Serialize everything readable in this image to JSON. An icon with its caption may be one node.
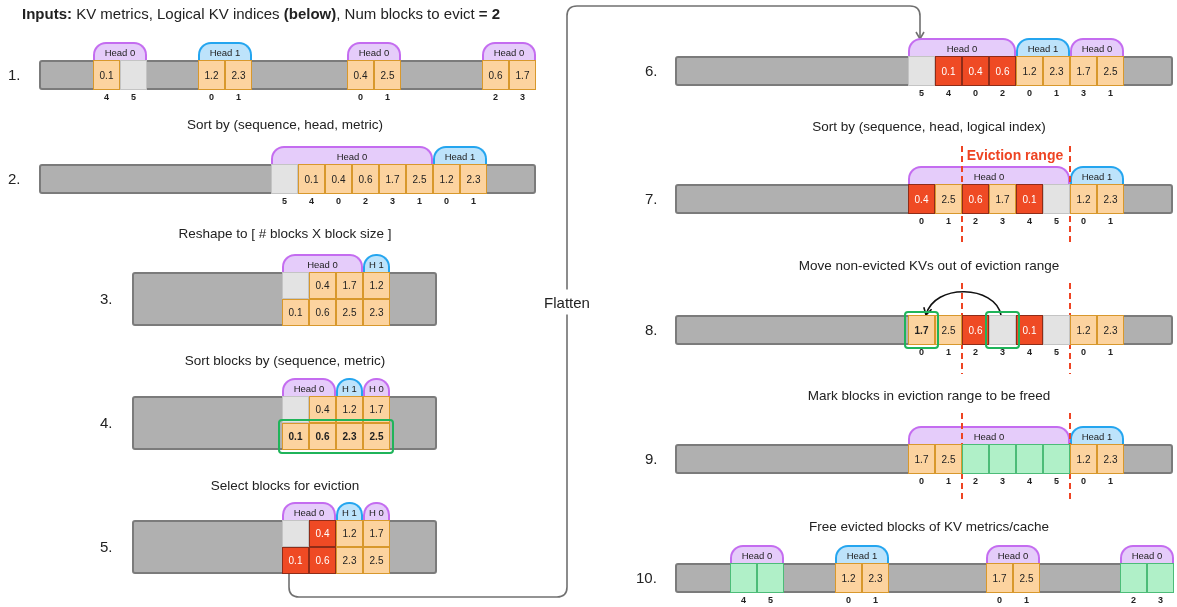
{
  "diagram": {
    "title": "**Inputs:** KV metrics, Logical KV indices **(below)**, Num blocks to evict **= 2**",
    "nodes": [
      {
        "text": [
          "Head 0"
        ]
      },
      {
        "text": [
          "Head 1"
        ]
      },
      {
        "text": [
          "Head 0"
        ]
      },
      {
        "text": [
          "Head 0"
        ]
      },
      {
        "text": [],
        "shape": "bar",
        "beside": [
          "1."
        ]
      },
      {
        "text": [
          "0.1"
        ],
        "in": 4,
        "beside": [
          "4"
        ]
      },
      {
        "text": [],
        "shape": "box",
        "in": 4,
        "beside": [
          "5"
        ]
      },
      {
        "text": [
          "1.2"
        ],
        "in": 4,
        "beside": [
          "0"
        ]
      },
      {
        "text": [
          "2.3"
        ],
        "in": 4,
        "beside": [
          "1"
        ]
      },
      {
        "text": [
          "0.4"
        ],
        "in": 4,
        "beside": [
          "0"
        ]
      },
      {
        "text": [
          "2.5"
        ],
        "in": 4,
        "beside": [
          "1"
        ]
      },
      {
        "text": [
          "0.6"
        ],
        "in": 4,
        "beside": [
          "2"
        ]
      },
      {
        "text": [
          "1.7"
        ],
        "in": 4,
        "beside": [
          "3"
        ]
      },
      {
        "text": [
          "Head 0"
        ]
      },
      {
        "text": [
          "Head 1"
        ]
      },
      {
        "text": [],
        "shape": "bar",
        "beside": [
          "2."
        ]
      },
      {
        "text": [],
        "shape": "box",
        "in": 15,
        "beside": [
          "5"
        ]
      },
      {
        "text": [
          "0.1"
        ],
        "in": 15,
        "beside": [
          "4"
        ]
      },
      {
        "text": [
          "0.4"
        ],
        "in": 15,
        "beside": [
          "0"
        ]
      },
      {
        "text": [
          "0.6"
        ],
        "in": 15,
        "beside": [
          "2"
        ]
      },
      {
        "text": [
          "1.7"
        ],
        "in": 15,
        "beside": [
          "3"
        ]
      },
      {
        "text": [
          "2.5"
        ],
        "in": 15,
        "beside": [
          "1"
        ]
      },
      {
        "text": [
          "1.2"
        ],
        "in": 15,
        "beside": [
          "0"
        ]
      },
      {
        "text": [
          "2.3"
        ],
        "in": 15,
        "beside": [
          "1"
        ]
      },
      {
        "text": [
          "Head 0"
        ]
      },
      {
        "text": [
          "H 1"
        ]
      },
      {
        "text": [],
        "shape": "bar",
        "beside": [
          "3."
        ]
      },
      {
        "text": [],
        "shape": "box",
        "in": 26
      },
      {
        "text": [
          "0.4"
        ],
        "in": 26
      },
      {
        "text": [
          "1.7"
        ],
        "in": 26
      },
      {
        "text": [
          "1.2"
        ],
        "in": 26
      },
      {
        "text": [
          "0.1"
        ],
        "in": 26
      },
      {
        "text": [
          "0.6"
        ],
        "in": 26
      },
      {
        "text": [
          "2.5"
        ],
        "in": 26
      },
      {
        "text": [
          "2.3"
        ],
        "in": 26
      },
      {
        "text": [
          "Head 0"
        ]
      },
      {
        "text": [
          "H 1"
        ]
      },
      {
        "text": [
          "H 0"
        ]
      },
      {
        "text": [],
        "shape": "bar",
        "beside": [
          "4."
        ]
      },
      {
        "text": [],
        "shape": "box",
        "in": 38
      },
      {
        "text": [
          "0.4"
        ],
        "in": 38
      },
      {
        "text": [
          "1.2"
        ],
        "in": 38
      },
      {
        "text": [
          "1.7"
        ],
        "in": 38
      },
      {
        "text": [
          "0.1"
        ],
        "in": 38
      },
      {
        "text": [
          "0.6"
        ],
        "in": 38
      },
      {
        "text": [
          "2.3"
        ],
        "in": 38
      },
      {
        "text": [
          "2.5"
        ],
        "in": 38
      },
      {
        "text": [
          "Head 0"
        ]
      },
      {
        "text": [
          "H 1"
        ]
      },
      {
        "text": [
          "H 0"
        ]
      },
      {
        "text": [],
        "shape": "bar",
        "beside": [
          "5."
        ]
      },
      {
        "text": [],
        "shape": "box",
        "in": 50
      },
      {
        "text": [
          "0.4"
        ],
        "in": 50
      },
      {
        "text": [
          "1.2"
        ],
        "in": 50
      },
      {
        "text": [
          "1.7"
        ],
        "in": 50
      },
      {
        "text": [
          "0.1"
        ],
        "in": 50
      },
      {
        "text": [
          "0.6"
        ],
        "in": 50
      },
      {
        "text": [
          "2.3"
        ],
        "in": 50
      },
      {
        "text": [
          "2.5"
        ],
        "in": 50
      },
      {
        "text": [
          "Head 0"
        ]
      },
      {
        "text": [
          "Head 1"
        ]
      },
      {
        "text": [
          "Head 0"
        ]
      },
      {
        "text": [],
        "shape": "bar",
        "beside": [
          "6."
        ]
      },
      {
        "text": [],
        "shape": "box",
        "in": 62,
        "beside": [
          "5"
        ]
      },
      {
        "text": [
          "0.1"
        ],
        "in": 62,
        "beside": [
          "4"
        ]
      },
      {
        "text": [
          "0.4"
        ],
        "in": 62,
        "beside": [
          "0"
        ]
      },
      {
        "text": [
          "0.6"
        ],
        "in": 62,
        "beside": [
          "2"
        ]
      },
      {
        "text": [
          "1.2"
        ],
        "in": 62,
        "beside": [
          "0"
        ]
      },
      {
        "text": [
          "2.3"
        ],
        "in": 62,
        "beside": [
          "1"
        ]
      },
      {
        "text": [
          "1.7"
        ],
        "in": 62,
        "beside": [
          "3"
        ]
      },
      {
        "text": [
          "2.5"
        ],
        "in": 62,
        "beside": [
          "1"
        ]
      },
      {
        "text": [
          "Head 0"
        ]
      },
      {
        "text": [
          "Head 1"
        ]
      },
      {
        "text": [],
        "shape": "bar",
        "beside": [
          "7."
        ]
      },
      {
        "text": [
          "0.4"
        ],
        "in": 73,
        "beside": [
          "0"
        ]
      },
      {
        "text": [
          "2.5"
        ],
        "in": 73,
        "beside": [
          "1"
        ]
      },
      {
        "text": [
          "0.6"
        ],
        "in": 73,
        "beside": [
          "2"
        ]
      },
      {
        "text": [
          "1.7"
        ],
        "in": 73,
        "beside": [
          "3"
        ]
      },
      {
        "text": [
          "0.1"
        ],
        "in": 73,
        "beside": [
          "4"
        ]
      },
      {
        "text": [],
        "shape": "box",
        "in": 73,
        "beside": [
          "5"
        ]
      },
      {
        "text": [
          "1.2"
        ],
        "in": 73,
        "beside": [
          "0"
        ]
      },
      {
        "text": [
          "2.3"
        ],
        "in": 73,
        "beside": [
          "1"
        ]
      },
      {
        "text": [],
        "shape": "bar",
        "beside": [
          "8."
        ]
      },
      {
        "text": [
          "1.7"
        ],
        "in": 82,
        "beside": [
          "0"
        ]
      },
      {
        "text": [
          "2.5"
        ],
        "in": 82,
        "beside": [
          "1"
        ]
      },
      {
        "text": [
          "0.6"
        ],
        "in": 82,
        "beside": [
          "2"
        ]
      },
      {
        "text": [],
        "shape": "box",
        "in": 82,
        "beside": [
          "3"
        ]
      },
      {
        "text": [
          "0.1"
        ],
        "in": 82,
        "beside": [
          "4"
        ]
      },
      {
        "text": [],
        "shape": "box",
        "in": 82,
        "beside": [
          "5"
        ]
      },
      {
        "text": [
          "1.2"
        ],
        "in": 82,
        "beside": [
          "0"
        ]
      },
      {
        "text": [
          "2.3"
        ],
        "in": 82,
        "beside": [
          "1"
        ]
      },
      {
        "text": [
          "Head 0"
        ]
      },
      {
        "text": [
          "Head 1"
        ]
      },
      {
        "text": [],
        "shape": "bar",
        "beside": [
          "9."
        ]
      },
      {
        "text": [
          "1.7"
        ],
        "in": 93,
        "beside": [
          "0"
        ]
      },
      {
        "text": [
          "2.5"
        ],
        "in": 93,
        "beside": [
          "1"
        ]
      },
      {
        "text": [],
        "shape": "box",
        "in": 93,
        "beside": [
          "2"
        ]
      },
      {
        "text": [],
        "shape": "box",
        "in": 93,
        "beside": [
          "3"
        ]
      },
      {
        "text": [],
        "shape": "box",
        "in": 93,
        "beside": [
          "4"
        ]
      },
      {
        "text": [],
        "shape": "box",
        "in": 93,
        "beside": [
          "5"
        ]
      },
      {
        "text": [
          "1.2"
        ],
        "in": 93,
        "beside": [
          "0"
        ]
      },
      {
        "text": [
          "2.3"
        ],
        "in": 93,
        "beside": [
          "1"
        ]
      },
      {
        "text": [
          "Head 0"
        ]
      },
      {
        "text": [
          "Head 1"
        ]
      },
      {
        "text": [
          "Head 0"
        ]
      },
      {
        "text": [
          "Head 0"
        ]
      },
      {
        "text": [],
        "shape": "bar",
        "beside": [
          "10."
        ]
      },
      {
        "text": [],
        "shape": "box",
        "in": 106,
        "beside": [
          "4"
        ]
      },
      {
        "text": [],
        "shape": "box",
        "in": 106,
        "beside": [
          "5"
        ]
      },
      {
        "text": [
          "1.2"
        ],
        "in": 106,
        "beside": [
          "0"
        ]
      },
      {
        "text": [
          "2.3"
        ],
        "in": 106,
        "beside": [
          "1"
        ]
      },
      {
        "text": [
          "1.7"
        ],
        "in": 106,
        "beside": [
          "0"
        ]
      },
      {
        "text": [
          "2.5"
        ],
        "in": 106,
        "beside": [
          "1"
        ]
      },
      {
        "text": [],
        "shape": "box",
        "in": 106,
        "beside": [
          "2"
        ]
      },
      {
        "text": [],
        "shape": "box",
        "in": 106,
        "beside": [
          "3"
        ]
      }
    ],
    "edges": [
      {
        "from": 50,
        "to": 59,
        "arrow": "to",
        "label": "Flatten"
      },
      {
        "from": 86,
        "to": 83,
        "arrow": "to",
        "color": "#111111"
      }
    ],
    "labels": [
      "Sort by (sequence, head, metric)",
      "Reshape to [ # blocks X block size ]",
      "Sort blocks by (sequence, metric)",
      "Select blocks for eviction",
      "Sort by (sequence, head, logical index)",
      "Eviction range",
      "Move non-evicted KVs out of eviction range",
      "Mark blocks in eviction range to be freed",
      "Free evicted blocks of KV metrics/cache"
    ]
  }
}
